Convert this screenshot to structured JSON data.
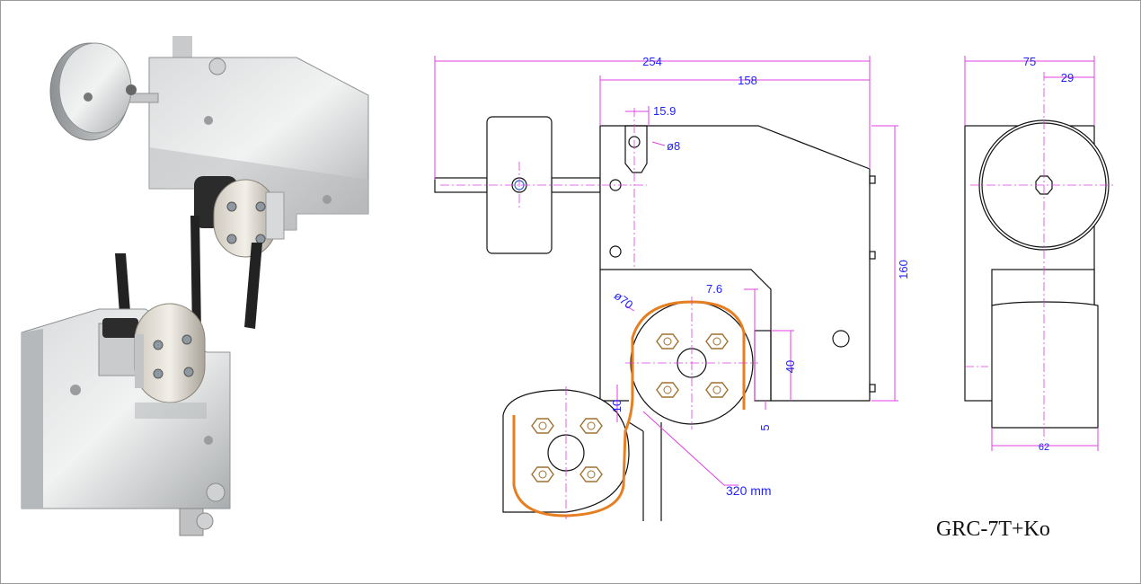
{
  "drawing": {
    "model_label": "GRC-7T+Ko",
    "dimensions": {
      "overall_length": "254",
      "body_length": "158",
      "pin_offset": "15.9",
      "hole_diameter": "ø8",
      "roller_diameter": "ø70",
      "gap": "7.6",
      "height": "160",
      "jaw_height": "40",
      "jaw_offset": "5",
      "roller_gap": "10",
      "band_length": "320 mm",
      "side_width": "75",
      "side_offset": "29",
      "side_base": "62"
    },
    "colors": {
      "dimension_line": "#e040e0",
      "dimension_text": "#2222ff",
      "outline": "#111111",
      "band": "#e67e22",
      "bolt": "#a07030"
    }
  }
}
